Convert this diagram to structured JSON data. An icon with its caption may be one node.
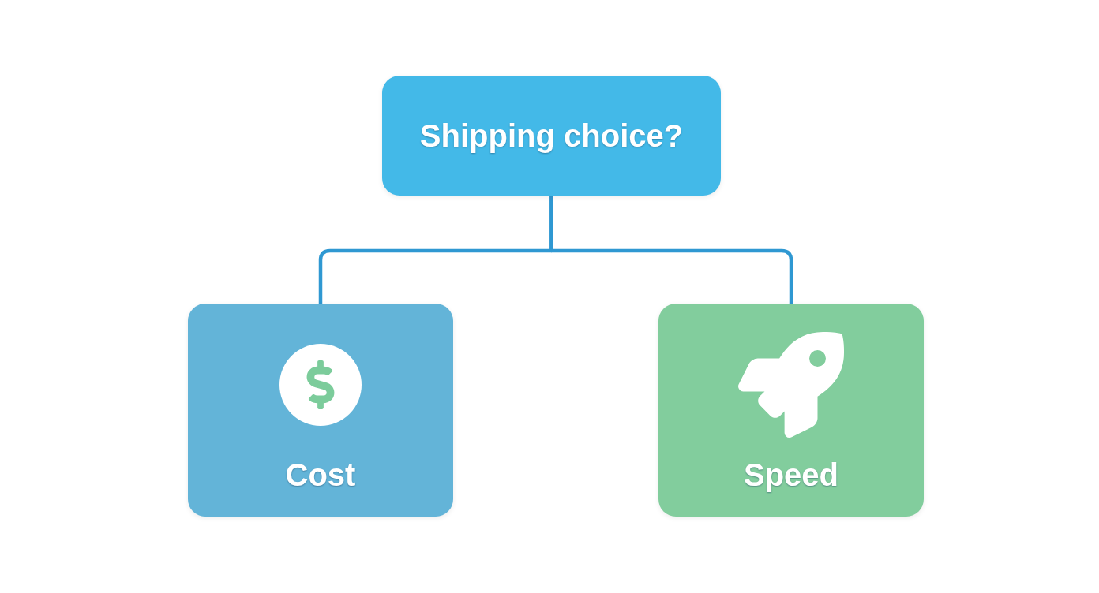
{
  "diagram": {
    "nodes": [
      {
        "text": [
          "Shipping choice?"
        ]
      },
      {
        "text": [
          "Cost"
        ]
      },
      {
        "text": [
          "Speed"
        ]
      }
    ],
    "edges": [
      {
        "from": 0,
        "to": 1,
        "arrow": "none"
      },
      {
        "from": 0,
        "to": 2,
        "arrow": "none"
      }
    ]
  }
}
